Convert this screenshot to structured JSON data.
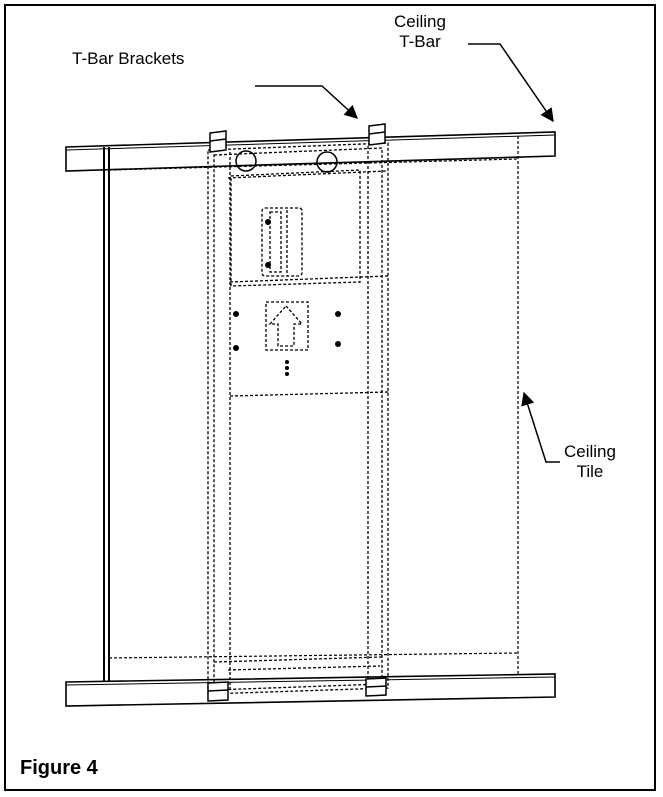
{
  "labels": {
    "ceiling_tbar_line1": "Ceiling",
    "ceiling_tbar_line2": "T-Bar",
    "tbar_brackets": "T-Bar Brackets",
    "ceiling_tile_line1": "Ceiling",
    "ceiling_tile_line2": "Tile"
  },
  "caption": "Figure 4"
}
